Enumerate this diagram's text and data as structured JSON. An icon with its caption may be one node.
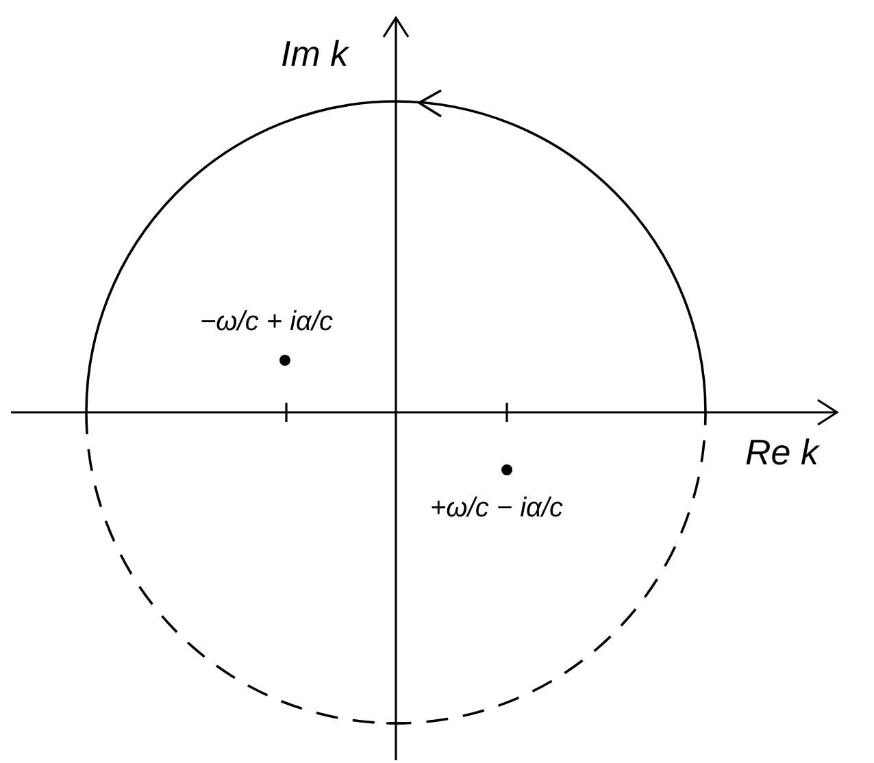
{
  "diagram": {
    "labels": [
      "Im k",
      "Re k",
      "−ω/c + iα/c",
      "+ω/c − iα/c"
    ]
  }
}
